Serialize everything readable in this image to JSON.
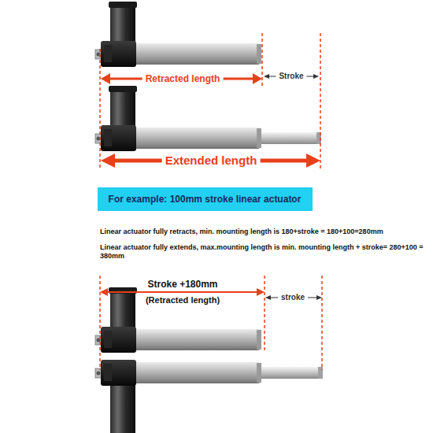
{
  "diagram": {
    "nodes": [
      {
        "text": [
          "For example: 100mm stroke linear actuator"
        ]
      }
    ],
    "labels": [
      "Retracted length",
      "Stroke",
      "Extended length",
      "Linear actuator fully retracts, min. mounting length is 180+stroke = 180+100=280mm",
      "Linear actuator fully extends, max.mounting length is min. mounting length + stroke= 280+100 = 380mm",
      "Stroke +180mm",
      "(Retracted length)",
      "stroke"
    ]
  }
}
